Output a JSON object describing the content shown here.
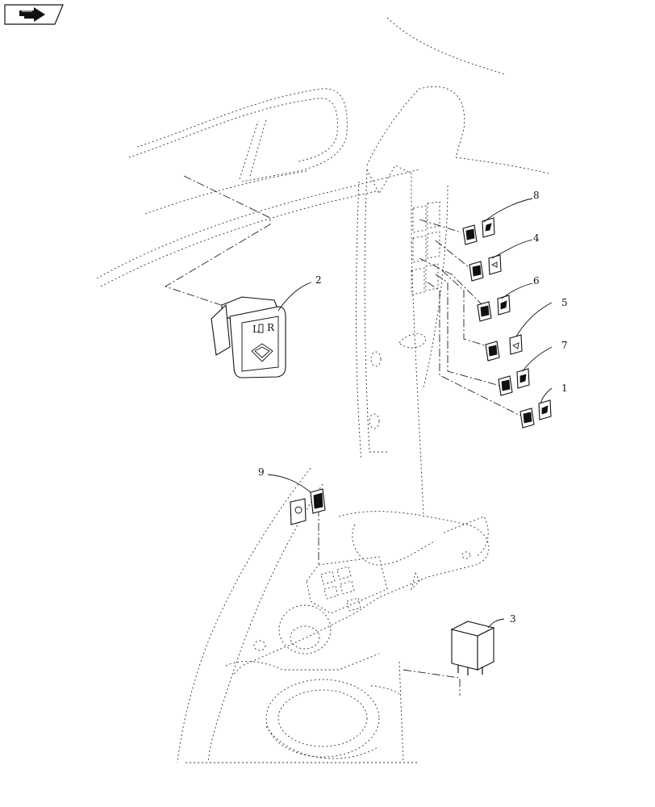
{
  "callouts": [
    {
      "label": "1"
    },
    {
      "label": "2"
    },
    {
      "label": "3"
    },
    {
      "label": "4"
    },
    {
      "label": "5"
    },
    {
      "label": "6"
    },
    {
      "label": "7"
    },
    {
      "label": "8"
    },
    {
      "label": "9"
    }
  ],
  "nav_icon": "next-page-arrow-icon",
  "colors": {
    "ink": "#111111",
    "background": "#ffffff"
  }
}
